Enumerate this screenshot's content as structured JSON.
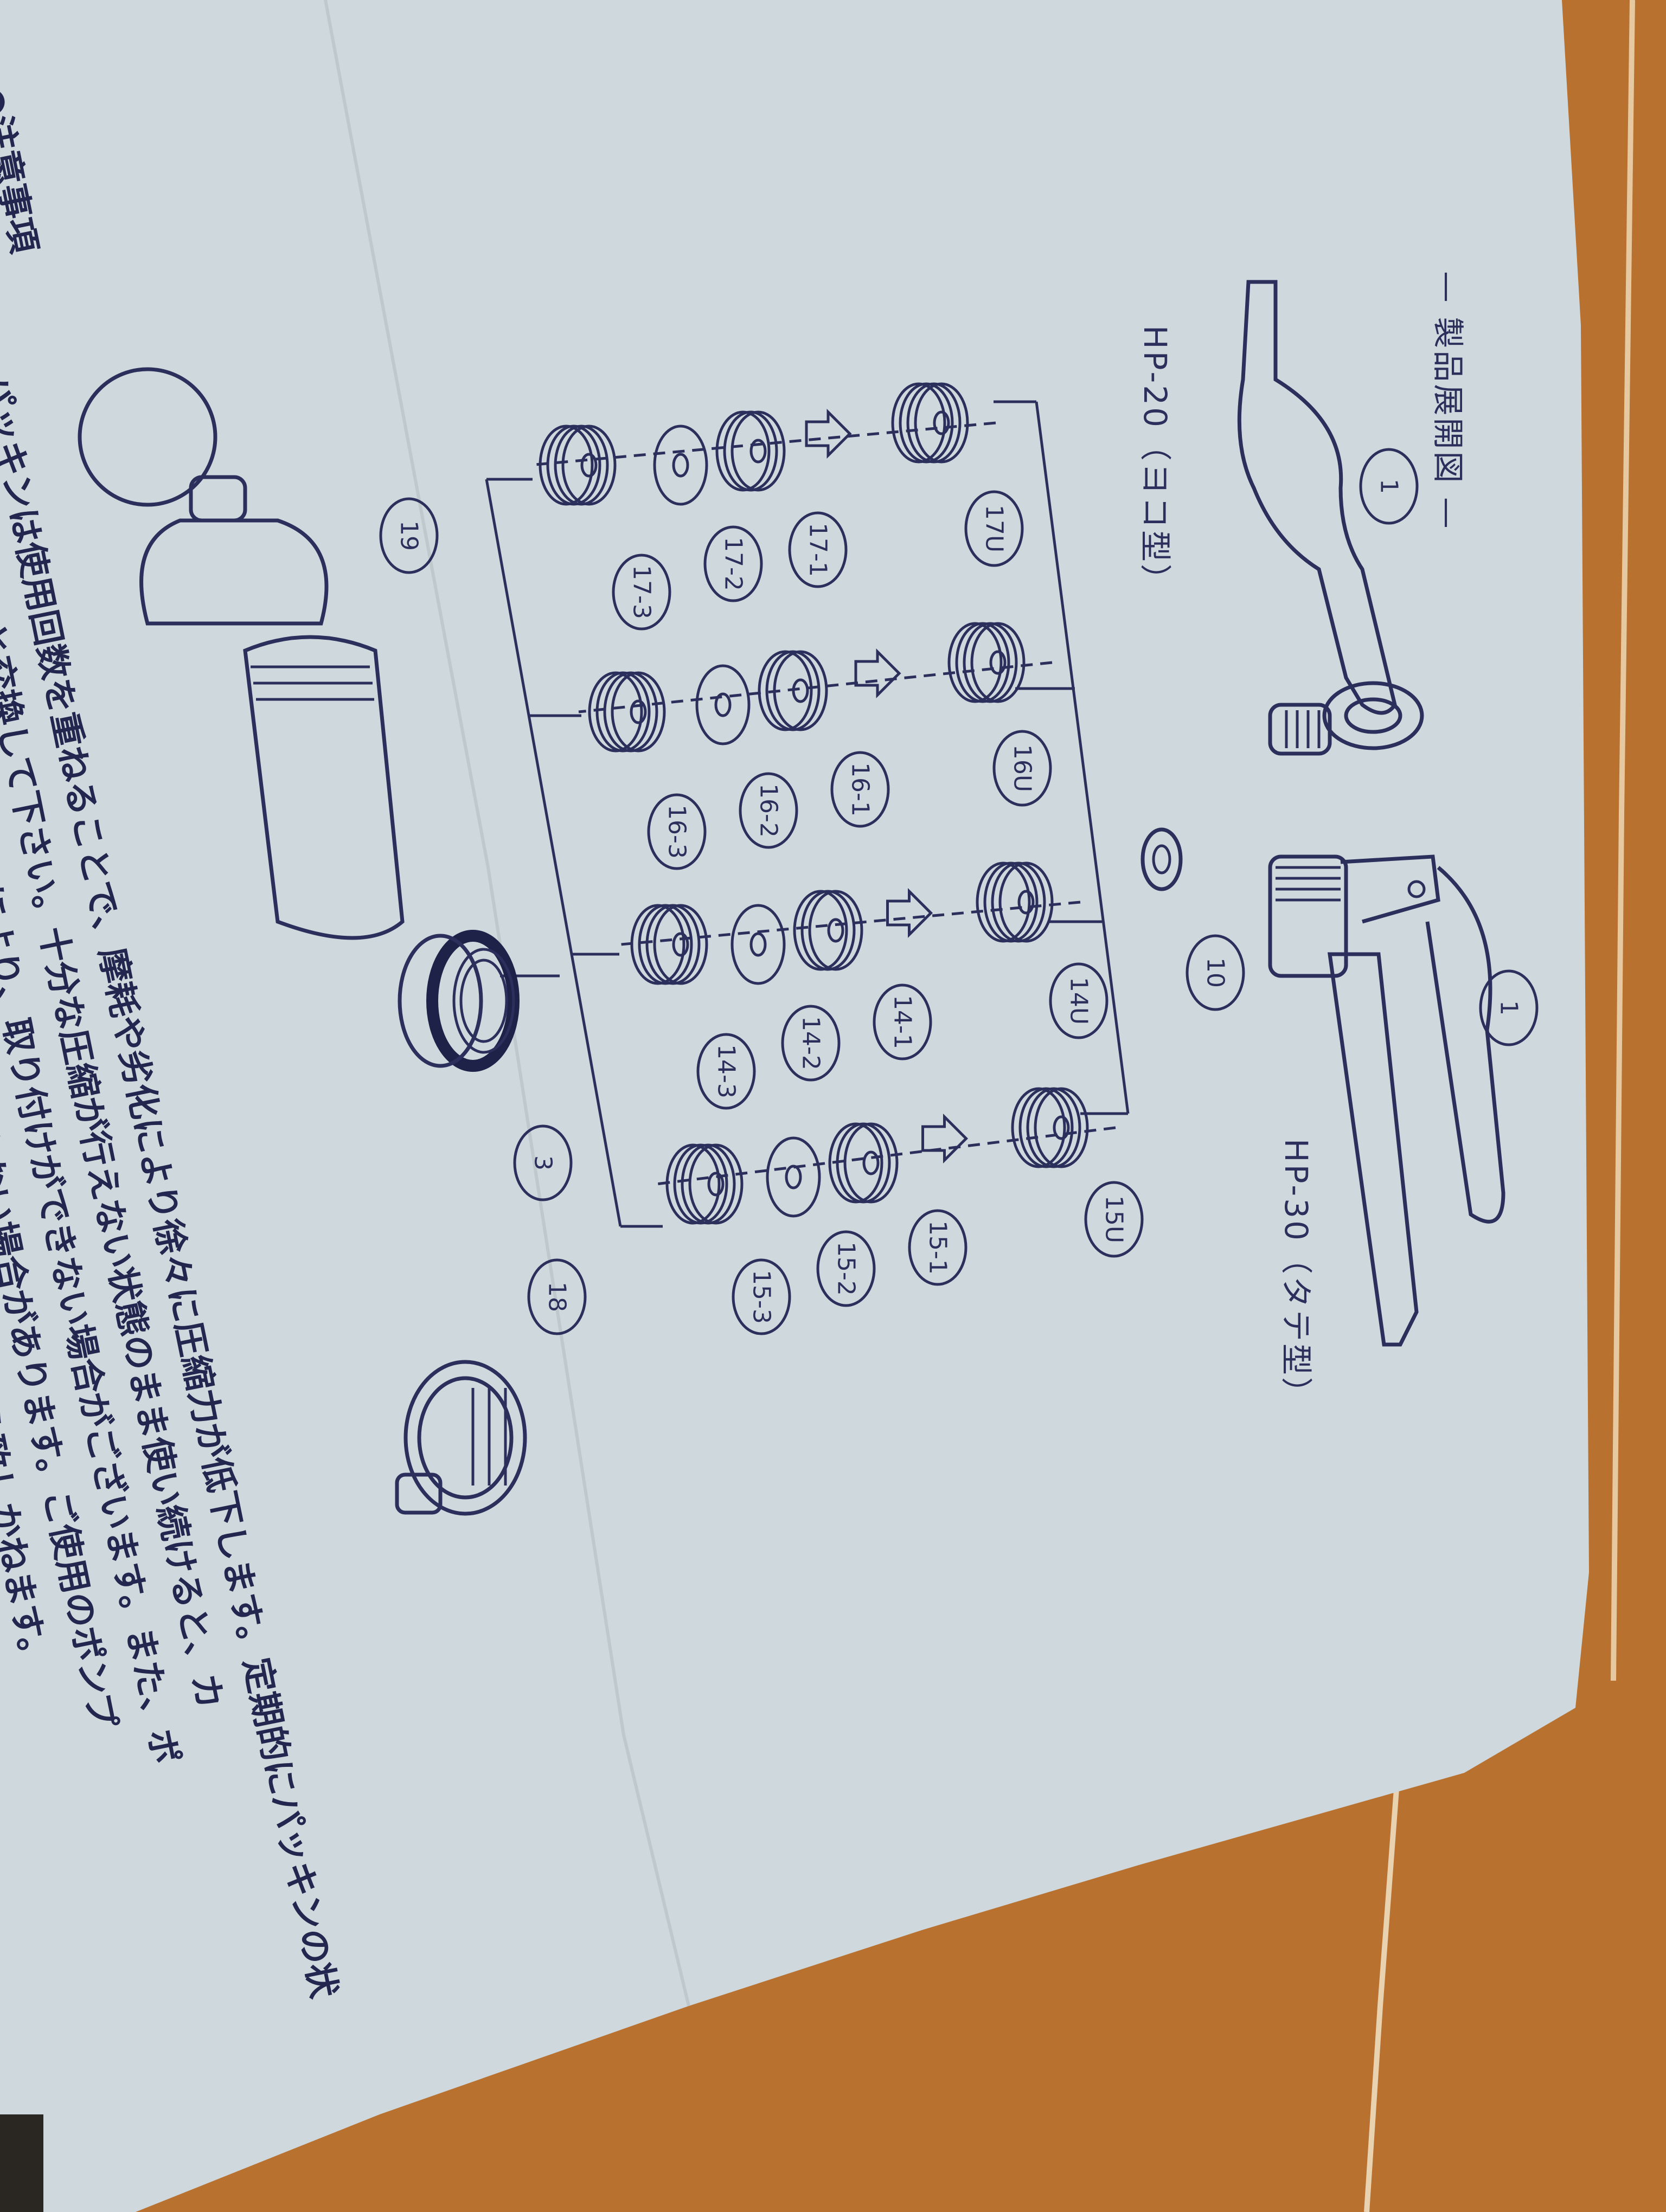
{
  "header": {
    "title": "— 製品展開図 —"
  },
  "models": {
    "hp20": "HP-20（ヨコ型）",
    "hp30": "HP-30（タテ型）"
  },
  "parts": [
    "1",
    "1",
    "10",
    "17U",
    "16U",
    "14U",
    "15U",
    "17-1",
    "17-2",
    "17-3",
    "16-1",
    "16-2",
    "16-3",
    "14-1",
    "14-2",
    "14-3",
    "15-1",
    "15-2",
    "15-3",
    "3",
    "18",
    "19"
  ],
  "notes": {
    "heading": "●注意事項",
    "lines": [
      "パッキンは使用回数を重ねることで、摩耗や劣化により徐々に圧縮力が低下します。定期的にパッキンの状",
      "れば新しいものと交換して下さい。十分な圧縮が行えない状態のまま使い続けると、カ",
      "なります。　　　　　　　　　　により、取り付けができない場合がございます。また、ポ",
      "　　　　　　　　　　　　　　　　　　使用できない場合があります。ご使用のポンプ",
      "　　　　　　　　　　　　　　　　　　　　　　　ついてはお答え致しかねます。"
    ]
  },
  "colors": {
    "ink": "#2b2f5c",
    "paper": "#cfd8dc",
    "wood": "#b8712f"
  }
}
